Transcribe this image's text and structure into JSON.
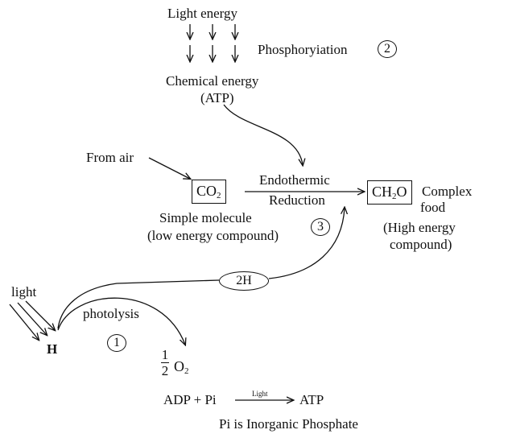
{
  "diagram": {
    "light_energy": "Light energy",
    "phosphorylation": "Phosphoryiation",
    "phosphorylation_num": "2",
    "chemical_energy": "Chemical energy",
    "atp_paren": "(ATP)",
    "from_air": "From air",
    "co2": {
      "main": "CO",
      "sub": "2"
    },
    "endothermic": "Endothermic",
    "reduction": "Reduction",
    "ch2o": {
      "a": "CH",
      "sub": "2",
      "b": "O"
    },
    "complex": "Complex",
    "food": "food",
    "simple_molecule": "Simple molecule",
    "low_energy": "(low energy compound)",
    "reduction_num": "3",
    "high_energy": "(High energy",
    "compound_paren": "compound)",
    "two_h": "2H",
    "light": "light",
    "photolysis": "photolysis",
    "photolysis_num": "1",
    "h": "H",
    "half_num": "1",
    "half_den": "2",
    "o2": {
      "main": "O",
      "sub": "2"
    },
    "adp_pi": "ADP + Pi",
    "arrow_light": "Light",
    "atp": "ATP",
    "pi_note": "Pi is Inorganic Phosphate"
  }
}
